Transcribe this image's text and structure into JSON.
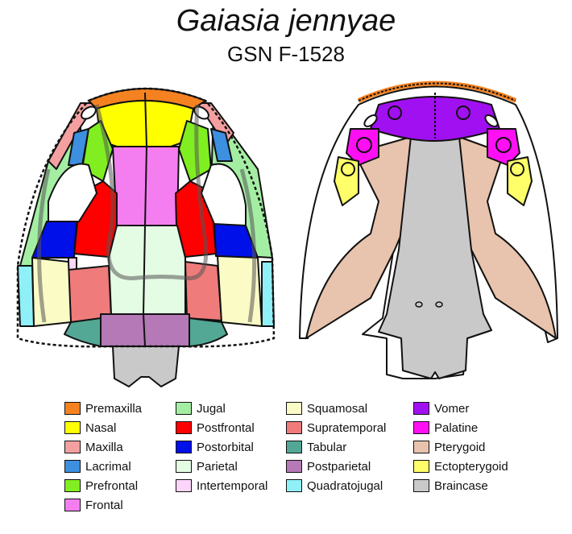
{
  "title": "Gaiasia jennyae",
  "subtitle": "GSN F-1528",
  "legend": [
    {
      "label": "Premaxilla",
      "color": "#f58220"
    },
    {
      "label": "Nasal",
      "color": "#ffff00"
    },
    {
      "label": "Maxilla",
      "color": "#f4a0a0"
    },
    {
      "label": "Lacrimal",
      "color": "#3d8fe0"
    },
    {
      "label": "Prefrontal",
      "color": "#80ee20"
    },
    {
      "label": "Frontal",
      "color": "#f47ef0"
    },
    {
      "label": "Jugal",
      "color": "#a4eea4"
    },
    {
      "label": "Postfrontal",
      "color": "#ff0000"
    },
    {
      "label": "Postorbital",
      "color": "#0010e8"
    },
    {
      "label": "Parietal",
      "color": "#e4fbe4"
    },
    {
      "label": "Intertemporal",
      "color": "#fcd6fa"
    },
    {
      "label": "Squamosal",
      "color": "#fbfbc6"
    },
    {
      "label": "Supratemporal",
      "color": "#ef7b7b"
    },
    {
      "label": "Tabular",
      "color": "#52a894"
    },
    {
      "label": "Postparietal",
      "color": "#b479b6"
    },
    {
      "label": "Quadratojugal",
      "color": "#8ff0f7"
    },
    {
      "label": "Vomer",
      "color": "#a010f0"
    },
    {
      "label": "Palatine",
      "color": "#ff10f4"
    },
    {
      "label": "Pterygoid",
      "color": "#e8c3ad"
    },
    {
      "label": "Ectopterygoid",
      "color": "#ffff6a"
    },
    {
      "label": "Braincase",
      "color": "#c9c9c9"
    }
  ]
}
